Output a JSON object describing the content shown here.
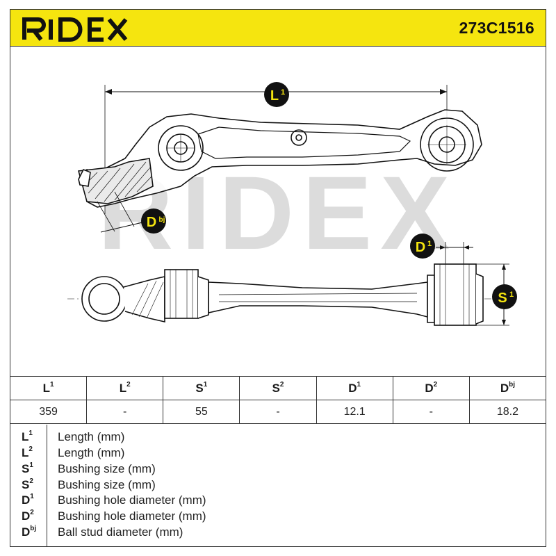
{
  "brand": {
    "name": "RIDEX",
    "part_number": "273C1516",
    "colors": {
      "accent": "#f5e50f",
      "ink": "#1a1a1a",
      "watermark": "#d9d9d9"
    }
  },
  "drawing": {
    "labels": {
      "L1": "L",
      "L1_sup": "1",
      "Dbj": "D",
      "Dbj_sup": "bj",
      "D1": "D",
      "D1_sup": "1",
      "S1": "S",
      "S1_sup": "1"
    },
    "watermark": "RIDEX"
  },
  "table": {
    "headers": [
      {
        "base": "L",
        "sup": "1"
      },
      {
        "base": "L",
        "sup": "2"
      },
      {
        "base": "S",
        "sup": "1"
      },
      {
        "base": "S",
        "sup": "2"
      },
      {
        "base": "D",
        "sup": "1"
      },
      {
        "base": "D",
        "sup": "2"
      },
      {
        "base": "D",
        "sup": "bj"
      }
    ],
    "values": [
      "359",
      "-",
      "55",
      "-",
      "12.1",
      "-",
      "18.2"
    ]
  },
  "legend": [
    {
      "base": "L",
      "sup": "1",
      "desc": "Length (mm)"
    },
    {
      "base": "L",
      "sup": "2",
      "desc": "Length (mm)"
    },
    {
      "base": "S",
      "sup": "1",
      "desc": "Bushing size (mm)"
    },
    {
      "base": "S",
      "sup": "2",
      "desc": "Bushing size (mm)"
    },
    {
      "base": "D",
      "sup": "1",
      "desc": "Bushing hole diameter (mm)"
    },
    {
      "base": "D",
      "sup": "2",
      "desc": "Bushing hole diameter (mm)"
    },
    {
      "base": "D",
      "sup": "bj",
      "desc": "Ball stud diameter (mm)"
    }
  ]
}
